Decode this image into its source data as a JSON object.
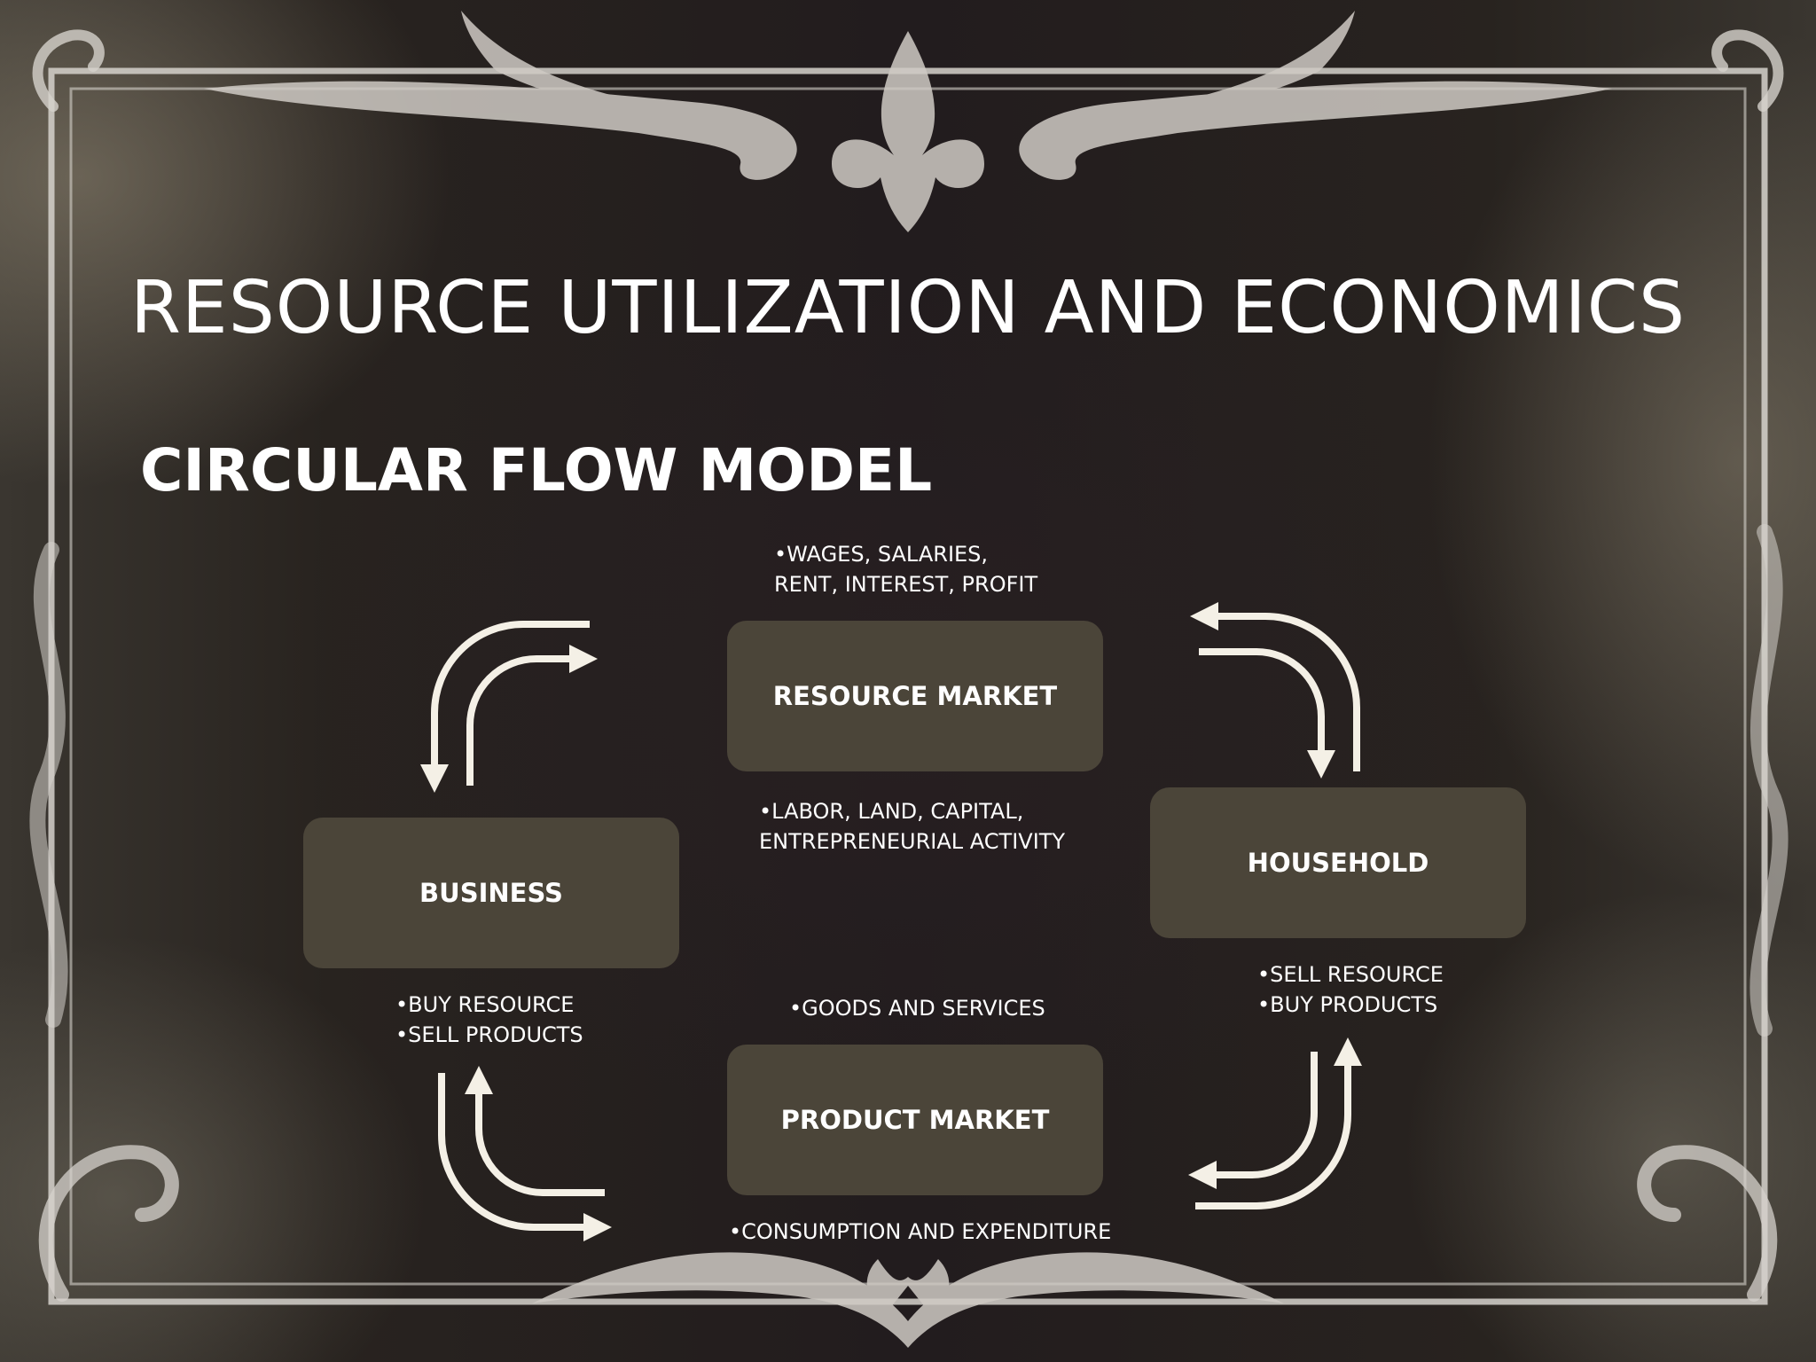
{
  "slide": {
    "title": "RESOURCE UTILIZATION AND ECONOMICS",
    "subtitle": "CIRCULAR FLOW MODEL"
  },
  "diagram": {
    "nodes": {
      "resource_market": "RESOURCE MARKET",
      "product_market": "PRODUCT MARKET",
      "business": "BUSINESS",
      "household": "HOUSEHOLD"
    },
    "labels": {
      "wages": [
        "WAGES, SALARIES,",
        "RENT, INTEREST, PROFIT"
      ],
      "factors": [
        "LABOR, LAND, CAPITAL,",
        "ENTREPRENEURIAL ACTIVITY"
      ],
      "business_roles": [
        "BUY RESOURCE",
        "SELL PRODUCTS"
      ],
      "household_roles": [
        "SELL RESOURCE",
        "BUY PRODUCTS"
      ],
      "goods": [
        "GOODS AND SERVICES"
      ],
      "consumption": [
        "CONSUMPTION AND EXPENDITURE"
      ]
    }
  },
  "colors": {
    "box_fill": "#4b4539",
    "arrow": "#f4f0e6",
    "frame": "#d8d4d0",
    "text": "#ffffff"
  }
}
